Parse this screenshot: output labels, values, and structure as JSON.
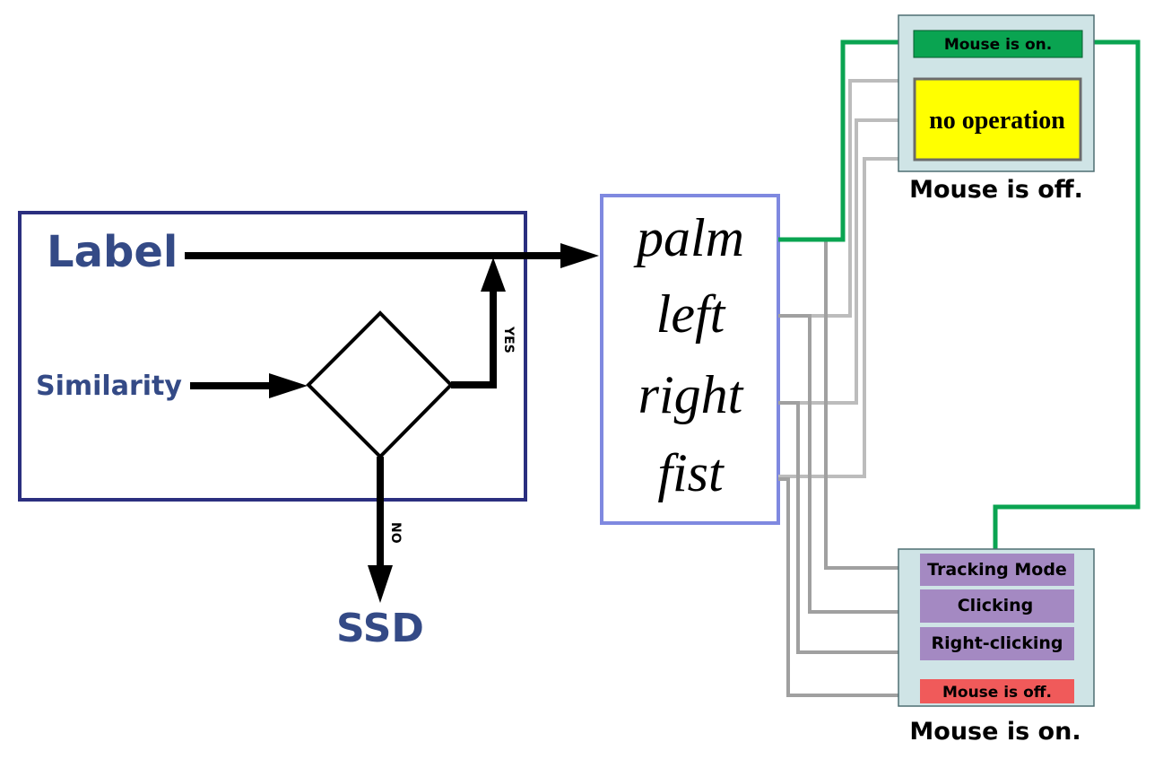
{
  "classifier": {
    "label": "Label",
    "similarity": "Similarity",
    "yes": "YES",
    "no": "NO",
    "ssd": "SSD"
  },
  "gestures": [
    "palm",
    "left",
    "right",
    "fist"
  ],
  "mouse_off_state": {
    "header": "Mouse is on.",
    "operation": "no operation",
    "caption": "Mouse is off."
  },
  "mouse_on_state": {
    "items": [
      "Tracking Mode",
      "Clicking",
      "Right-clicking"
    ],
    "footer": "Mouse is off.",
    "caption": "Mouse is on."
  },
  "colors": {
    "classifier_border": "#2b2f7f",
    "label_text": "#344a86",
    "gesture_border": "#7f89e0",
    "state_panel": "#cfe4e6",
    "green": "#0aa451",
    "yellow": "#ffff00",
    "purple": "#a489c2",
    "red": "#f05a5a",
    "gray": "#a8a8a8"
  }
}
